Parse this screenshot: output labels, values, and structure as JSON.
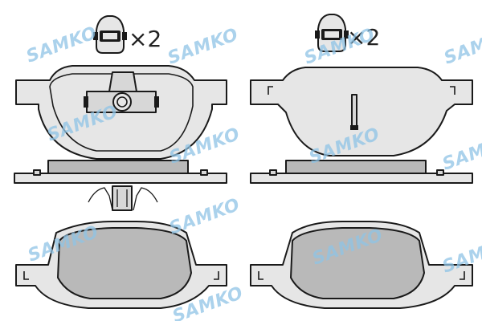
{
  "watermark": {
    "text": "SAMKO",
    "color": "#8fc4e6"
  },
  "quantity": {
    "left_label": "×2",
    "right_label": "×2",
    "left_icon": "car-front-axle-icon",
    "right_icon": "car-front-axle-icon"
  },
  "colors": {
    "backing_plate": "#e6e6e6",
    "friction_material": "#b9b9b9",
    "line": "#1a1a1a"
  }
}
